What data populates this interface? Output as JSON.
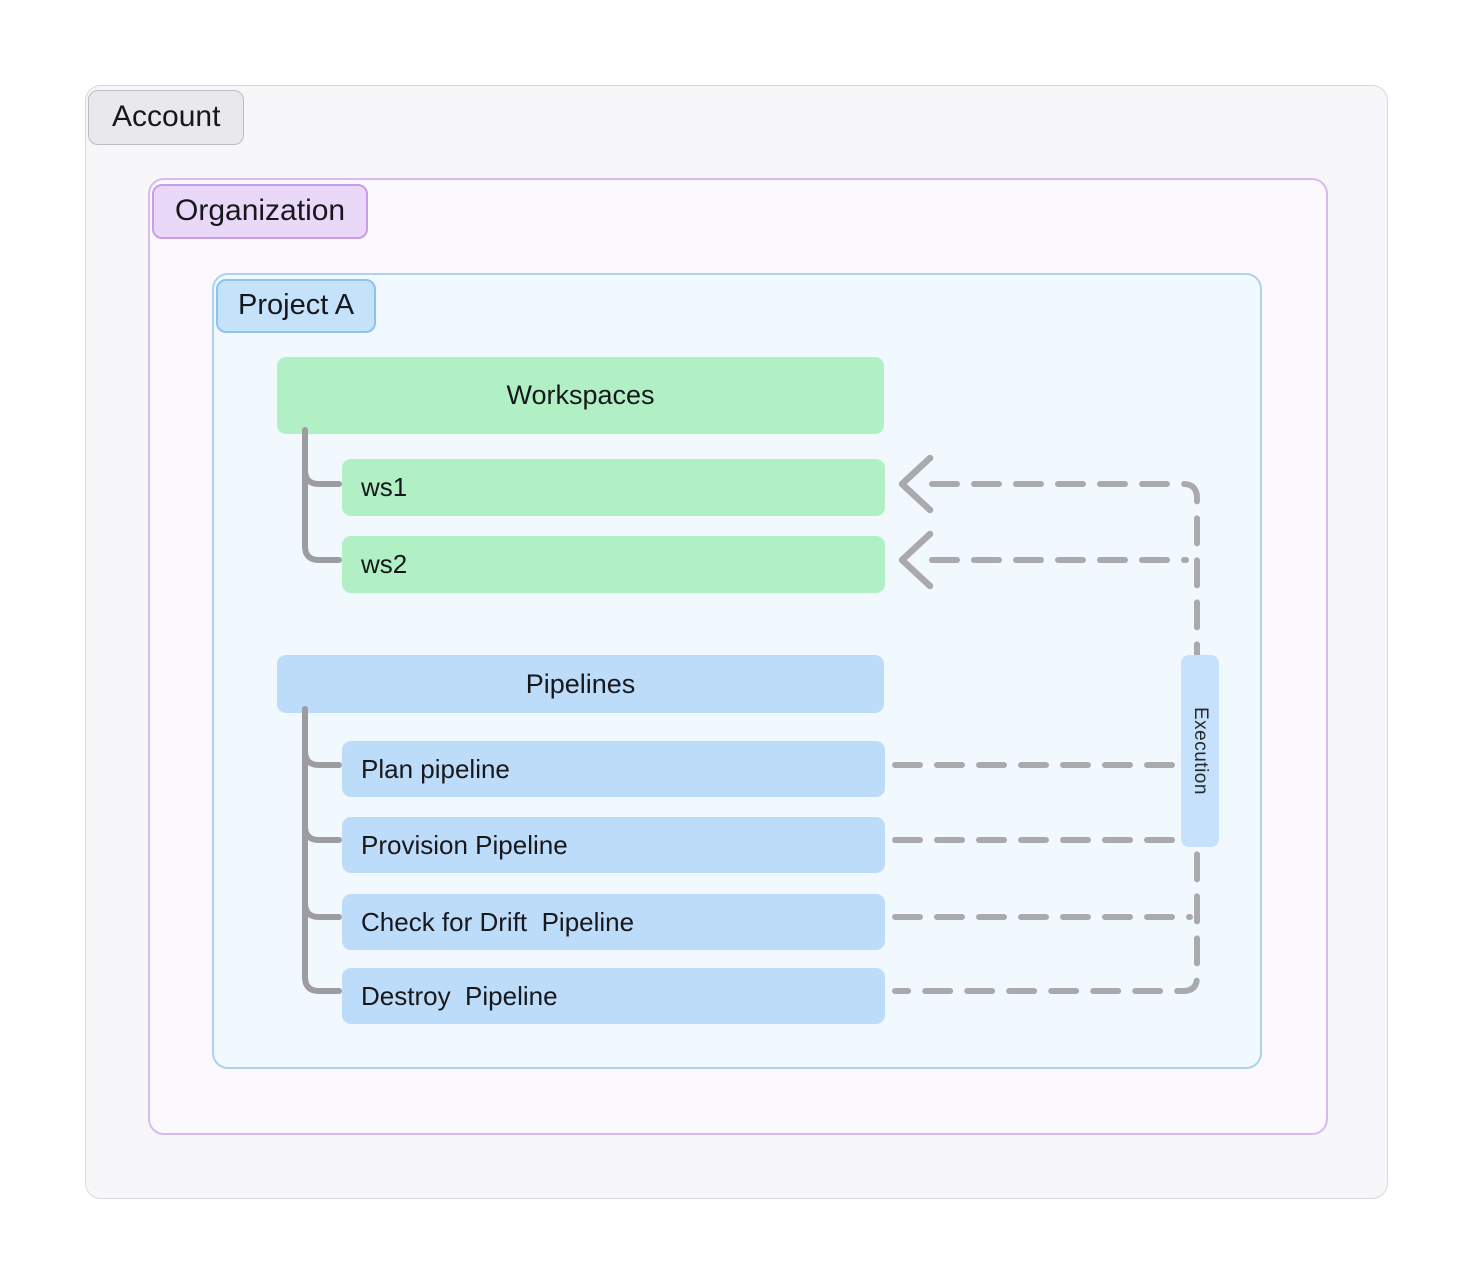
{
  "diagram": {
    "account": {
      "label": "Account"
    },
    "organization": {
      "label": "Organization"
    },
    "project": {
      "label": "Project A"
    },
    "workspaces": {
      "header": "Workspaces",
      "items": [
        {
          "label": "ws1"
        },
        {
          "label": "ws2"
        }
      ]
    },
    "pipelines": {
      "header": "Pipelines",
      "items": [
        {
          "label": "Plan pipeline"
        },
        {
          "label": "Provision Pipeline"
        },
        {
          "label": "Check for Drift  Pipeline"
        },
        {
          "label": "Destroy  Pipeline"
        }
      ]
    },
    "execution": {
      "label": "Execution"
    },
    "colors": {
      "account_bg": "#f7f7f9",
      "account_border": "#d9d9dd",
      "account_label_bg": "#e9e9eb",
      "org_bg": "#fcf9fe",
      "org_border": "#d7baf0",
      "org_label_bg": "#ead8f8",
      "project_bg": "#f2f9fe",
      "project_border": "#a9d3f0",
      "project_label_bg": "#c5e2fb",
      "green": "#b0f0c4",
      "blue": "#bddcfa",
      "execution_bg": "#c6e1fb",
      "connector_gray": "#9c9ca1",
      "dashed_gray": "#aaaaae"
    }
  }
}
